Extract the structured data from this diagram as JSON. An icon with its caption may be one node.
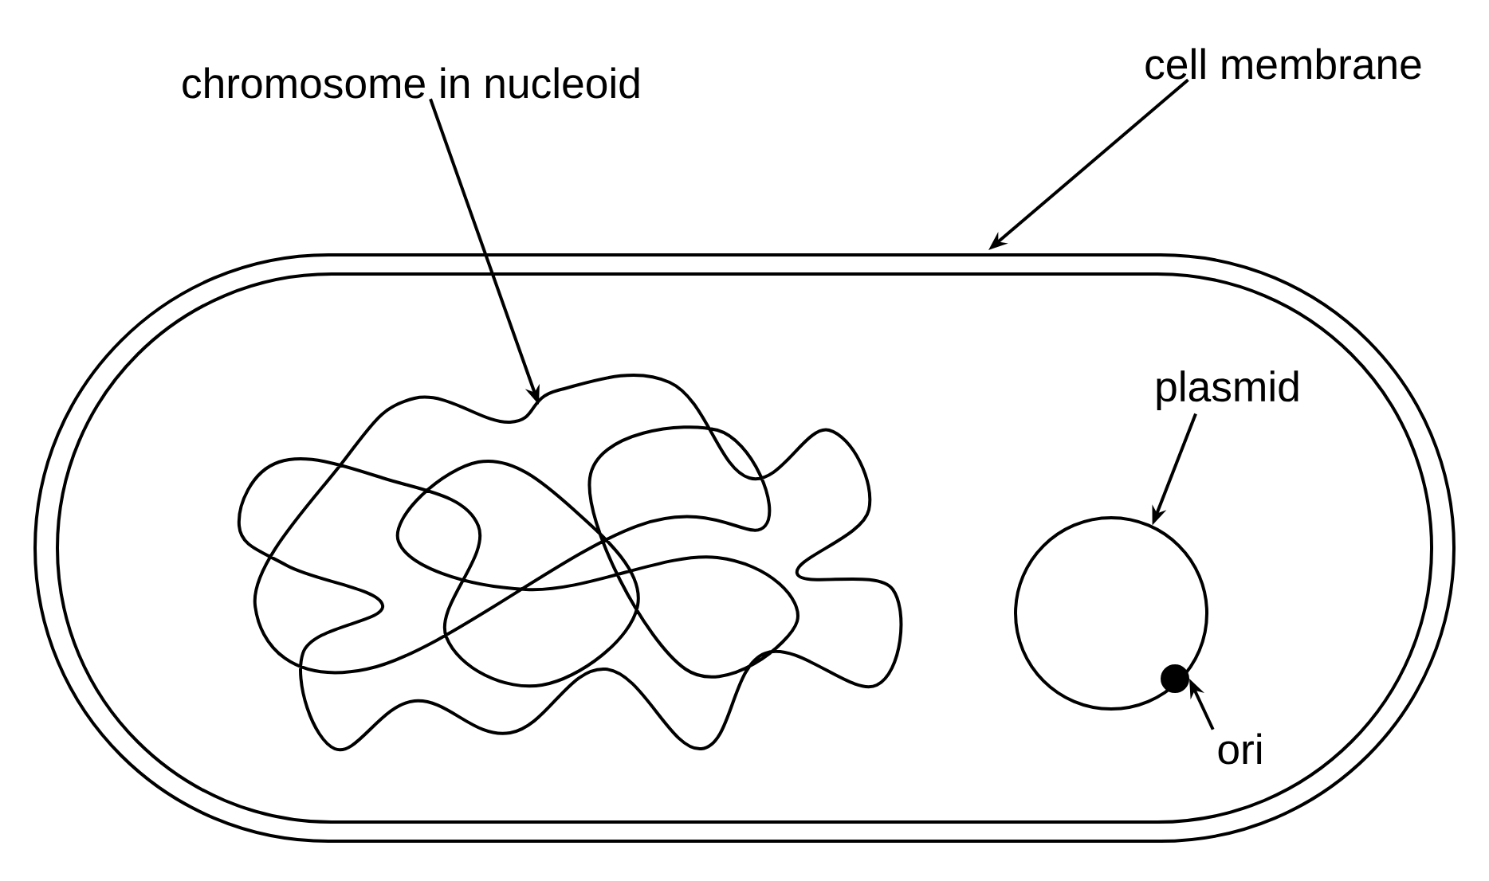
{
  "diagram": {
    "nodes": [
      {
        "text": [
          "chromosome in nucleoid"
        ]
      },
      {
        "text": [
          "cell membrane"
        ]
      },
      {
        "text": [],
        "shape": "capsule"
      },
      {
        "text": [],
        "shape": "picture",
        "in": 2
      },
      {
        "text": [
          "plasmid"
        ],
        "in": 2
      },
      {
        "text": [],
        "shape": "circle",
        "in": 2
      },
      {
        "text": [],
        "shape": "circle",
        "in": 5
      },
      {
        "text": [
          "ori"
        ],
        "in": 2
      }
    ],
    "edges": [
      {
        "from": 0,
        "to": 3,
        "arrow": "to"
      },
      {
        "from": 1,
        "to": 2,
        "arrow": "to"
      },
      {
        "from": 4,
        "to": 5,
        "arrow": "to"
      },
      {
        "from": 7,
        "to": 6,
        "arrow": "to"
      }
    ]
  }
}
